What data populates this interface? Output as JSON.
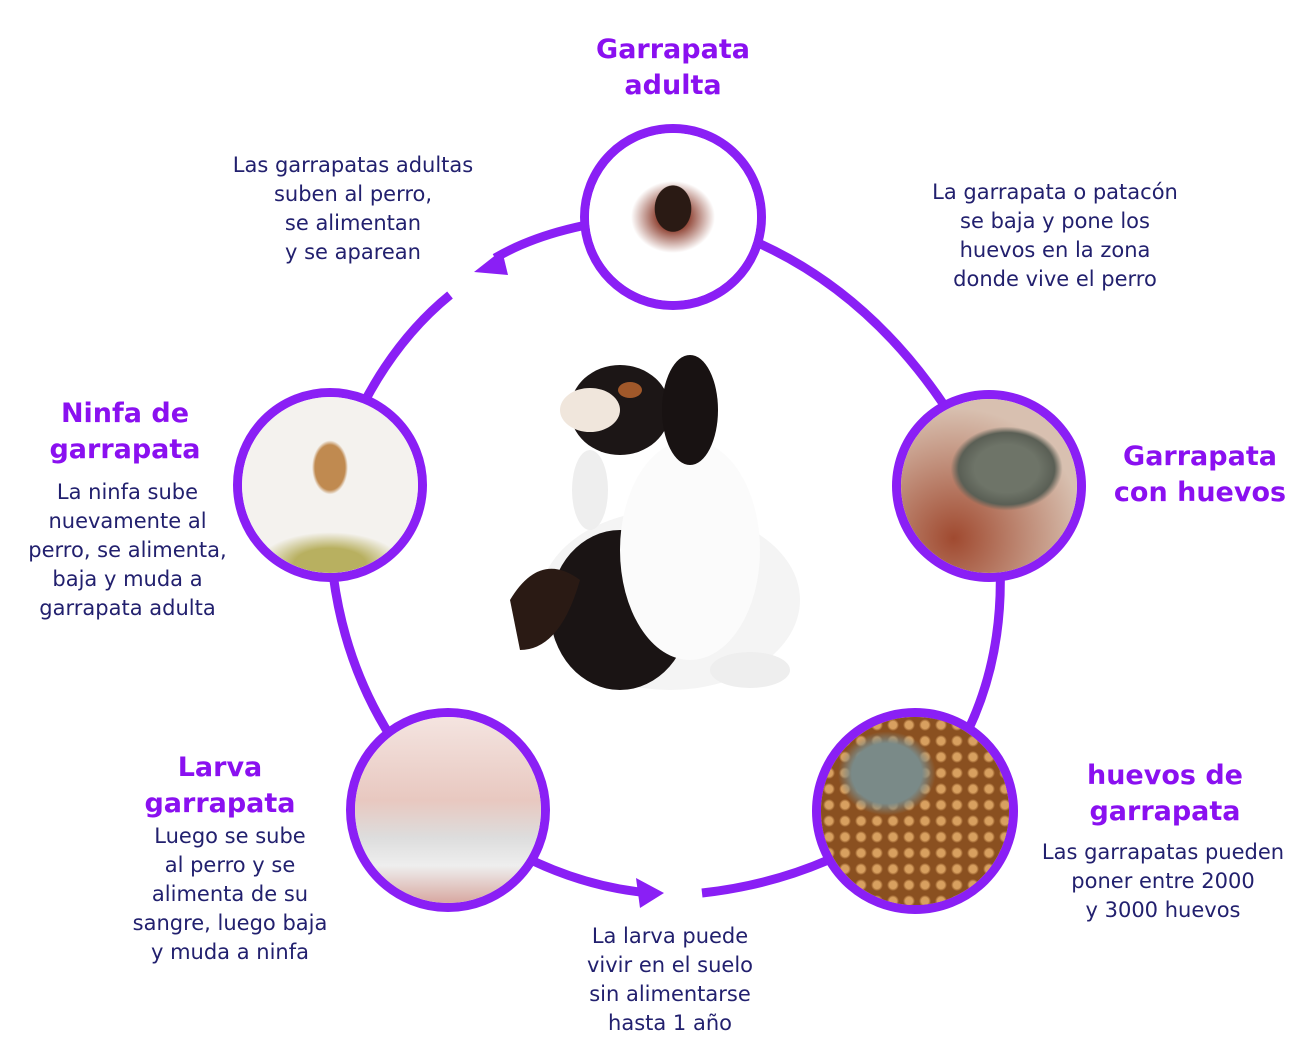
{
  "colors": {
    "ring": "#8a1ff5",
    "title": "#8a10f0",
    "text": "#22206e"
  },
  "center_image": "dog-scratching",
  "stages": {
    "adult": {
      "title1": "Garrapata",
      "title2": "adulta",
      "desc": [
        "La garrapata o patacón",
        "se baja y pone los",
        "huevos en la zona",
        "donde vive el perro"
      ]
    },
    "eggs_tick": {
      "title1": "Garrapata",
      "title2": "con huevos"
    },
    "eggs": {
      "title1": "huevos de",
      "title2": "garrapata",
      "desc": [
        "Las garrapatas pueden",
        "poner entre 2000",
        "y 3000 huevos"
      ]
    },
    "soil": {
      "desc": [
        "La larva puede",
        "vivir en el suelo",
        "sin alimentarse",
        "hasta 1 año"
      ]
    },
    "larva": {
      "title1": "Larva",
      "title2": "garrapata",
      "desc": [
        "Luego se sube",
        "al perro y se",
        "alimenta de su",
        "sangre, luego baja",
        "y muda a ninfa"
      ]
    },
    "nymph": {
      "title1": "Ninfa de",
      "title2": "garrapata",
      "desc": [
        "La ninfa sube",
        "nuevamente al",
        "perro, se alimenta,",
        "baja y muda a",
        "garrapata adulta"
      ]
    },
    "adult_on_dog": {
      "desc": [
        "Las garrapatas adultas",
        "suben al perro,",
        "se alimentan",
        "y se aparean"
      ]
    }
  }
}
